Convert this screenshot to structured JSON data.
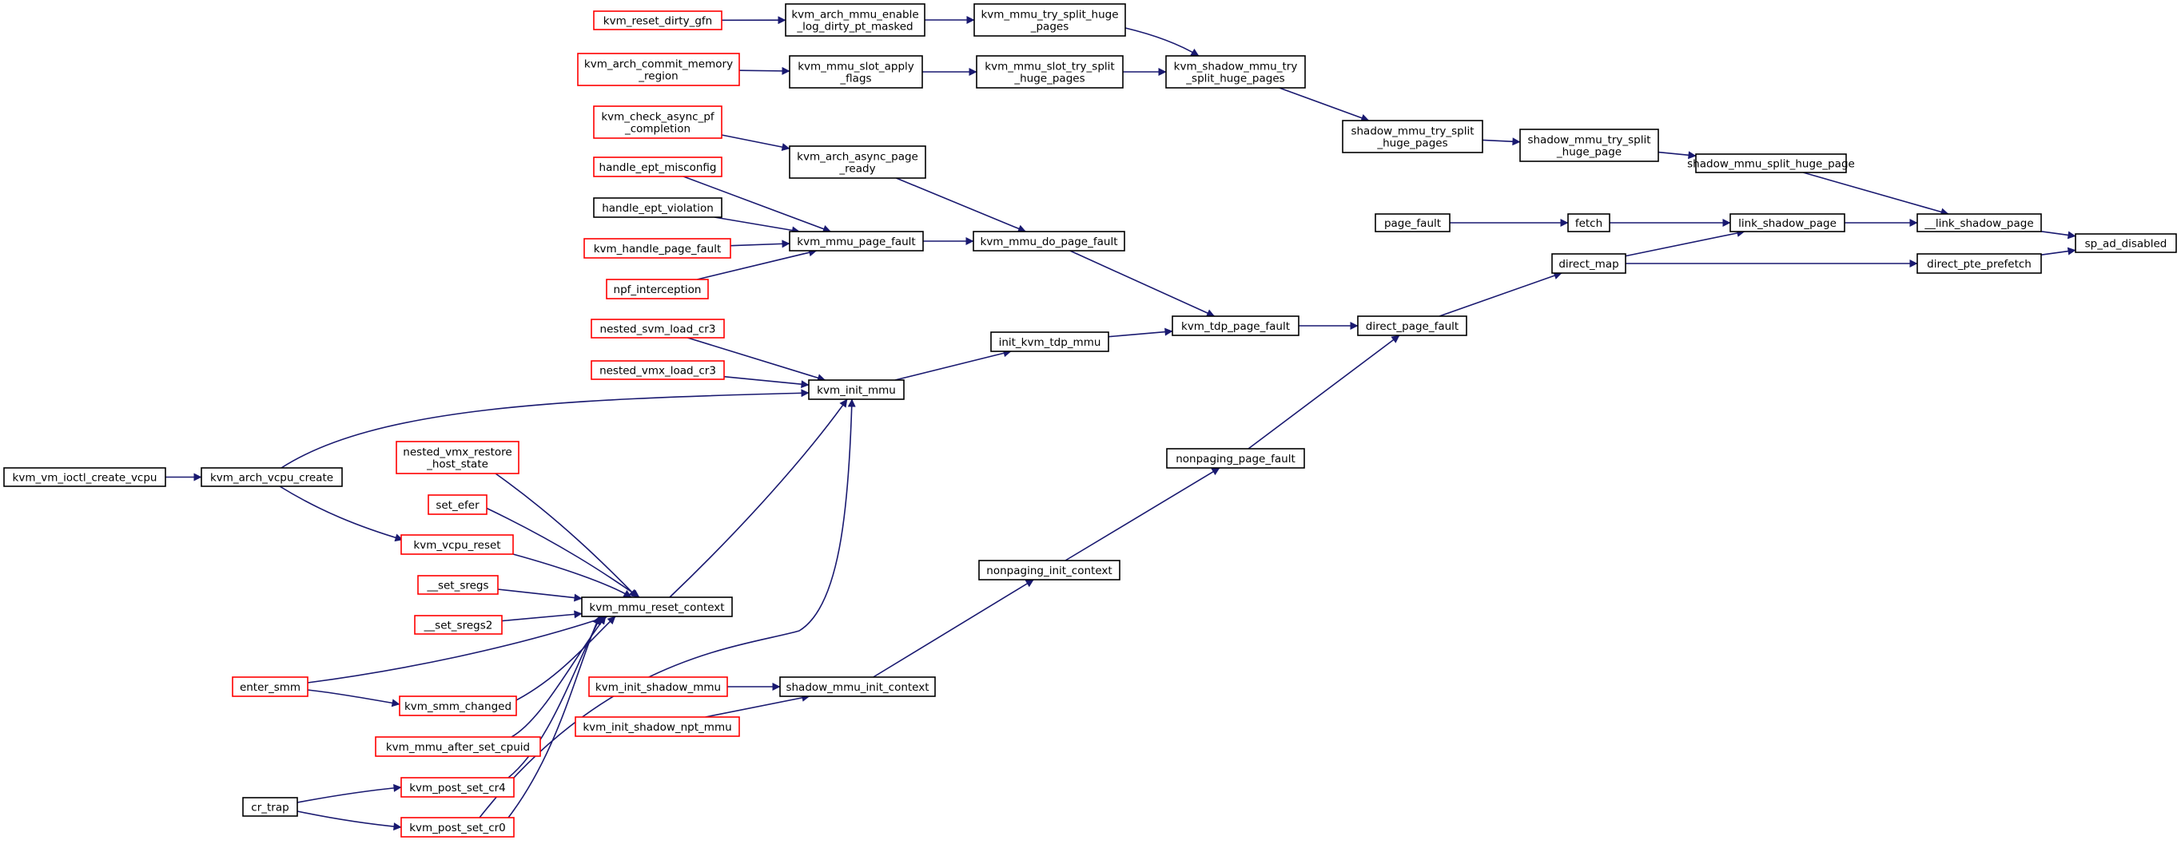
{
  "colors": {
    "edge": "#191970",
    "border_documented": "#000000",
    "border_truncated": "#ff0000",
    "target_fill": "#bfbfbf",
    "fill": "#ffffff"
  },
  "nodes": [
    {
      "id": "sp_ad_disabled",
      "lines": [
        "sp_ad_disabled"
      ],
      "border": "documented",
      "target": true
    },
    {
      "id": "link_shadow_page_u",
      "lines": [
        "__link_shadow_page"
      ],
      "border": "documented"
    },
    {
      "id": "direct_pte_prefetch",
      "lines": [
        "direct_pte_prefetch"
      ],
      "border": "documented"
    },
    {
      "id": "shadow_mmu_split_huge_page",
      "lines": [
        "shadow_mmu_split_huge_page"
      ],
      "border": "documented"
    },
    {
      "id": "link_shadow_page",
      "lines": [
        "link_shadow_page"
      ],
      "border": "documented"
    },
    {
      "id": "direct_map",
      "lines": [
        "direct_map"
      ],
      "border": "documented"
    },
    {
      "id": "shadow_mmu_try_split_huge_page",
      "lines": [
        "shadow_mmu_try_split",
        "_huge_page"
      ],
      "border": "documented"
    },
    {
      "id": "fetch",
      "lines": [
        "fetch"
      ],
      "border": "documented"
    },
    {
      "id": "page_fault",
      "lines": [
        "page_fault"
      ],
      "border": "documented"
    },
    {
      "id": "shadow_mmu_try_split_huge_pages",
      "lines": [
        "shadow_mmu_try_split",
        "_huge_pages"
      ],
      "border": "documented"
    },
    {
      "id": "kvm_shadow_mmu_try_split_huge_pages",
      "lines": [
        "kvm_shadow_mmu_try",
        "_split_huge_pages"
      ],
      "border": "documented"
    },
    {
      "id": "kvm_mmu_try_split_huge_pages",
      "lines": [
        "kvm_mmu_try_split_huge",
        "_pages"
      ],
      "border": "documented"
    },
    {
      "id": "kvm_mmu_slot_try_split_huge_pages",
      "lines": [
        "kvm_mmu_slot_try_split",
        "_huge_pages"
      ],
      "border": "documented"
    },
    {
      "id": "kvm_arch_mmu_enable_log_dirty_pt_masked",
      "lines": [
        "kvm_arch_mmu_enable",
        "_log_dirty_pt_masked"
      ],
      "border": "documented"
    },
    {
      "id": "kvm_reset_dirty_gfn",
      "lines": [
        "kvm_reset_dirty_gfn"
      ],
      "border": "truncated"
    },
    {
      "id": "kvm_mmu_slot_apply_flags",
      "lines": [
        "kvm_mmu_slot_apply",
        "_flags"
      ],
      "border": "documented"
    },
    {
      "id": "kvm_arch_commit_memory_region",
      "lines": [
        "kvm_arch_commit_memory",
        "_region"
      ],
      "border": "truncated"
    },
    {
      "id": "direct_page_fault",
      "lines": [
        "direct_page_fault"
      ],
      "border": "documented"
    },
    {
      "id": "kvm_tdp_page_fault",
      "lines": [
        "kvm_tdp_page_fault"
      ],
      "border": "documented"
    },
    {
      "id": "nonpaging_page_fault",
      "lines": [
        "nonpaging_page_fault"
      ],
      "border": "documented"
    },
    {
      "id": "kvm_mmu_do_page_fault",
      "lines": [
        "kvm_mmu_do_page_fault"
      ],
      "border": "documented"
    },
    {
      "id": "init_kvm_tdp_mmu",
      "lines": [
        "init_kvm_tdp_mmu"
      ],
      "border": "documented"
    },
    {
      "id": "nonpaging_init_context",
      "lines": [
        "nonpaging_init_context"
      ],
      "border": "documented"
    },
    {
      "id": "kvm_arch_async_page_ready",
      "lines": [
        "kvm_arch_async_page",
        "_ready"
      ],
      "border": "documented"
    },
    {
      "id": "kvm_mmu_page_fault",
      "lines": [
        "kvm_mmu_page_fault"
      ],
      "border": "documented"
    },
    {
      "id": "kvm_check_async_pf_completion",
      "lines": [
        "kvm_check_async_pf",
        "_completion"
      ],
      "border": "truncated"
    },
    {
      "id": "handle_ept_misconfig",
      "lines": [
        "handle_ept_misconfig"
      ],
      "border": "truncated"
    },
    {
      "id": "handle_ept_violation",
      "lines": [
        "handle_ept_violation"
      ],
      "border": "documented"
    },
    {
      "id": "kvm_handle_page_fault",
      "lines": [
        "kvm_handle_page_fault"
      ],
      "border": "truncated"
    },
    {
      "id": "npf_interception",
      "lines": [
        "npf_interception"
      ],
      "border": "truncated"
    },
    {
      "id": "kvm_init_mmu",
      "lines": [
        "kvm_init_mmu"
      ],
      "border": "documented"
    },
    {
      "id": "nested_svm_load_cr3",
      "lines": [
        "nested_svm_load_cr3"
      ],
      "border": "truncated"
    },
    {
      "id": "nested_vmx_load_cr3",
      "lines": [
        "nested_vmx_load_cr3"
      ],
      "border": "truncated"
    },
    {
      "id": "kvm_arch_vcpu_create",
      "lines": [
        "kvm_arch_vcpu_create"
      ],
      "border": "documented"
    },
    {
      "id": "kvm_vm_ioctl_create_vcpu",
      "lines": [
        "kvm_vm_ioctl_create_vcpu"
      ],
      "border": "documented"
    },
    {
      "id": "kvm_mmu_reset_context",
      "lines": [
        "kvm_mmu_reset_context"
      ],
      "border": "documented"
    },
    {
      "id": "nested_vmx_restore_host_state",
      "lines": [
        "nested_vmx_restore",
        "_host_state"
      ],
      "border": "truncated"
    },
    {
      "id": "set_efer",
      "lines": [
        "set_efer"
      ],
      "border": "truncated"
    },
    {
      "id": "kvm_vcpu_reset",
      "lines": [
        "kvm_vcpu_reset"
      ],
      "border": "truncated"
    },
    {
      "id": "set_sregs",
      "lines": [
        "__set_sregs"
      ],
      "border": "truncated"
    },
    {
      "id": "set_sregs2",
      "lines": [
        "__set_sregs2"
      ],
      "border": "truncated"
    },
    {
      "id": "enter_smm",
      "lines": [
        "enter_smm"
      ],
      "border": "truncated"
    },
    {
      "id": "kvm_smm_changed",
      "lines": [
        "kvm_smm_changed"
      ],
      "border": "truncated"
    },
    {
      "id": "kvm_mmu_after_set_cpuid",
      "lines": [
        "kvm_mmu_after_set_cpuid"
      ],
      "border": "truncated"
    },
    {
      "id": "kvm_post_set_cr4",
      "lines": [
        "kvm_post_set_cr4"
      ],
      "border": "truncated"
    },
    {
      "id": "kvm_post_set_cr0",
      "lines": [
        "kvm_post_set_cr0"
      ],
      "border": "truncated"
    },
    {
      "id": "cr_trap",
      "lines": [
        "cr_trap"
      ],
      "border": "documented"
    },
    {
      "id": "shadow_mmu_init_context",
      "lines": [
        "shadow_mmu_init_context"
      ],
      "border": "documented"
    },
    {
      "id": "kvm_init_shadow_mmu",
      "lines": [
        "kvm_init_shadow_mmu"
      ],
      "border": "truncated"
    },
    {
      "id": "kvm_init_shadow_npt_mmu",
      "lines": [
        "kvm_init_shadow_npt_mmu"
      ],
      "border": "truncated"
    }
  ],
  "edges": [
    [
      "link_shadow_page_u",
      "sp_ad_disabled"
    ],
    [
      "direct_pte_prefetch",
      "sp_ad_disabled"
    ],
    [
      "shadow_mmu_split_huge_page",
      "link_shadow_page_u"
    ],
    [
      "link_shadow_page",
      "link_shadow_page_u"
    ],
    [
      "direct_map",
      "direct_pte_prefetch"
    ],
    [
      "shadow_mmu_try_split_huge_page",
      "shadow_mmu_split_huge_page"
    ],
    [
      "fetch",
      "link_shadow_page"
    ],
    [
      "direct_map",
      "link_shadow_page"
    ],
    [
      "page_fault",
      "fetch"
    ],
    [
      "direct_page_fault",
      "direct_map"
    ],
    [
      "shadow_mmu_try_split_huge_pages",
      "shadow_mmu_try_split_huge_page"
    ],
    [
      "kvm_shadow_mmu_try_split_huge_pages",
      "shadow_mmu_try_split_huge_pages"
    ],
    [
      "kvm_mmu_try_split_huge_pages",
      "kvm_shadow_mmu_try_split_huge_pages"
    ],
    [
      "kvm_mmu_slot_try_split_huge_pages",
      "kvm_shadow_mmu_try_split_huge_pages"
    ],
    [
      "kvm_arch_mmu_enable_log_dirty_pt_masked",
      "kvm_mmu_try_split_huge_pages"
    ],
    [
      "kvm_reset_dirty_gfn",
      "kvm_arch_mmu_enable_log_dirty_pt_masked"
    ],
    [
      "kvm_mmu_slot_apply_flags",
      "kvm_mmu_slot_try_split_huge_pages"
    ],
    [
      "kvm_arch_commit_memory_region",
      "kvm_mmu_slot_apply_flags"
    ],
    [
      "kvm_tdp_page_fault",
      "direct_page_fault"
    ],
    [
      "nonpaging_page_fault",
      "direct_page_fault"
    ],
    [
      "kvm_mmu_do_page_fault",
      "kvm_tdp_page_fault"
    ],
    [
      "init_kvm_tdp_mmu",
      "kvm_tdp_page_fault"
    ],
    [
      "nonpaging_init_context",
      "nonpaging_page_fault"
    ],
    [
      "kvm_arch_async_page_ready",
      "kvm_mmu_do_page_fault"
    ],
    [
      "kvm_mmu_page_fault",
      "kvm_mmu_do_page_fault"
    ],
    [
      "kvm_check_async_pf_completion",
      "kvm_arch_async_page_ready"
    ],
    [
      "handle_ept_misconfig",
      "kvm_mmu_page_fault"
    ],
    [
      "handle_ept_violation",
      "kvm_mmu_page_fault"
    ],
    [
      "kvm_handle_page_fault",
      "kvm_mmu_page_fault"
    ],
    [
      "npf_interception",
      "kvm_mmu_page_fault"
    ],
    [
      "kvm_init_mmu",
      "init_kvm_tdp_mmu"
    ],
    [
      "nested_svm_load_cr3",
      "kvm_init_mmu"
    ],
    [
      "nested_vmx_load_cr3",
      "kvm_init_mmu"
    ],
    [
      "kvm_arch_vcpu_create",
      "kvm_init_mmu"
    ],
    [
      "kvm_mmu_reset_context",
      "kvm_init_mmu"
    ],
    [
      "kvm_post_set_cr0",
      "kvm_init_mmu"
    ],
    [
      "kvm_vm_ioctl_create_vcpu",
      "kvm_arch_vcpu_create"
    ],
    [
      "kvm_arch_vcpu_create",
      "kvm_vcpu_reset"
    ],
    [
      "nested_vmx_restore_host_state",
      "kvm_mmu_reset_context"
    ],
    [
      "set_efer",
      "kvm_mmu_reset_context"
    ],
    [
      "kvm_vcpu_reset",
      "kvm_mmu_reset_context"
    ],
    [
      "set_sregs",
      "kvm_mmu_reset_context"
    ],
    [
      "set_sregs2",
      "kvm_mmu_reset_context"
    ],
    [
      "enter_smm",
      "kvm_mmu_reset_context"
    ],
    [
      "kvm_smm_changed",
      "kvm_mmu_reset_context"
    ],
    [
      "kvm_mmu_after_set_cpuid",
      "kvm_mmu_reset_context"
    ],
    [
      "kvm_post_set_cr4",
      "kvm_mmu_reset_context"
    ],
    [
      "kvm_post_set_cr0",
      "kvm_mmu_reset_context"
    ],
    [
      "enter_smm",
      "kvm_smm_changed"
    ],
    [
      "cr_trap",
      "kvm_post_set_cr4"
    ],
    [
      "cr_trap",
      "kvm_post_set_cr0"
    ],
    [
      "shadow_mmu_init_context",
      "nonpaging_init_context"
    ],
    [
      "kvm_init_shadow_mmu",
      "shadow_mmu_init_context"
    ],
    [
      "kvm_init_shadow_npt_mmu",
      "shadow_mmu_init_context"
    ]
  ]
}
